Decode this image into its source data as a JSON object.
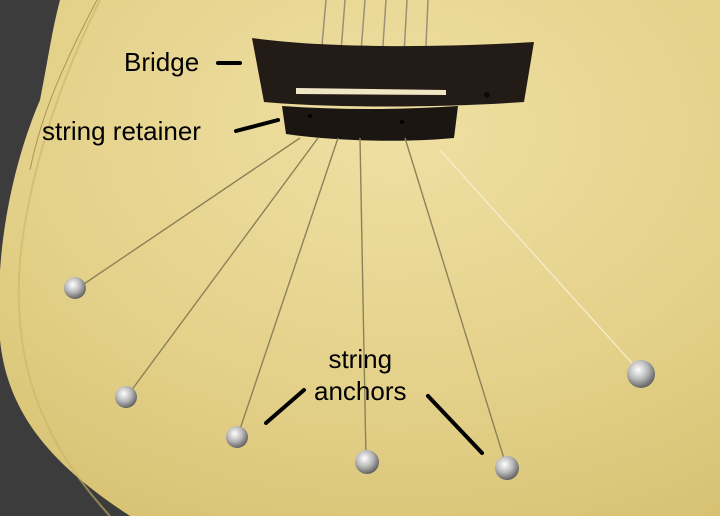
{
  "labels": {
    "bridge": "Bridge",
    "string_retainer": "string retainer",
    "string_anchors_line1": "string",
    "string_anchors_line2": "anchors"
  },
  "colors": {
    "body_wood": "#e6d48e",
    "bridge": "#241c17",
    "background": "#3a3a3a",
    "strings": "#8c8257"
  }
}
